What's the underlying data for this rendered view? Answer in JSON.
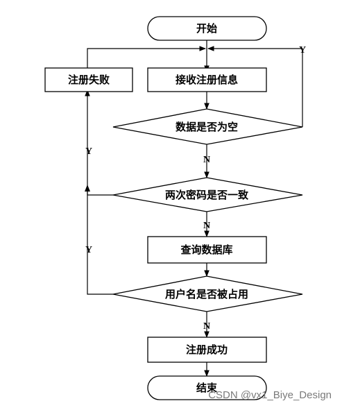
{
  "flowchart": {
    "start": "开始",
    "receive_info": "接收注册信息",
    "check_empty": "数据是否为空",
    "check_password_match": "两次密码是否一致",
    "query_db": "查询数据库",
    "check_username_taken": "用户名是否被占用",
    "register_fail": "注册失败",
    "register_success": "注册成功",
    "end": "结束",
    "edge_labels": {
      "empty_yes": "Y",
      "empty_no": "N",
      "password_yes": "Y",
      "password_no": "N",
      "username_yes": "Y",
      "username_no": "N"
    }
  },
  "watermark": "CSDN @vx1_Biye_Design"
}
